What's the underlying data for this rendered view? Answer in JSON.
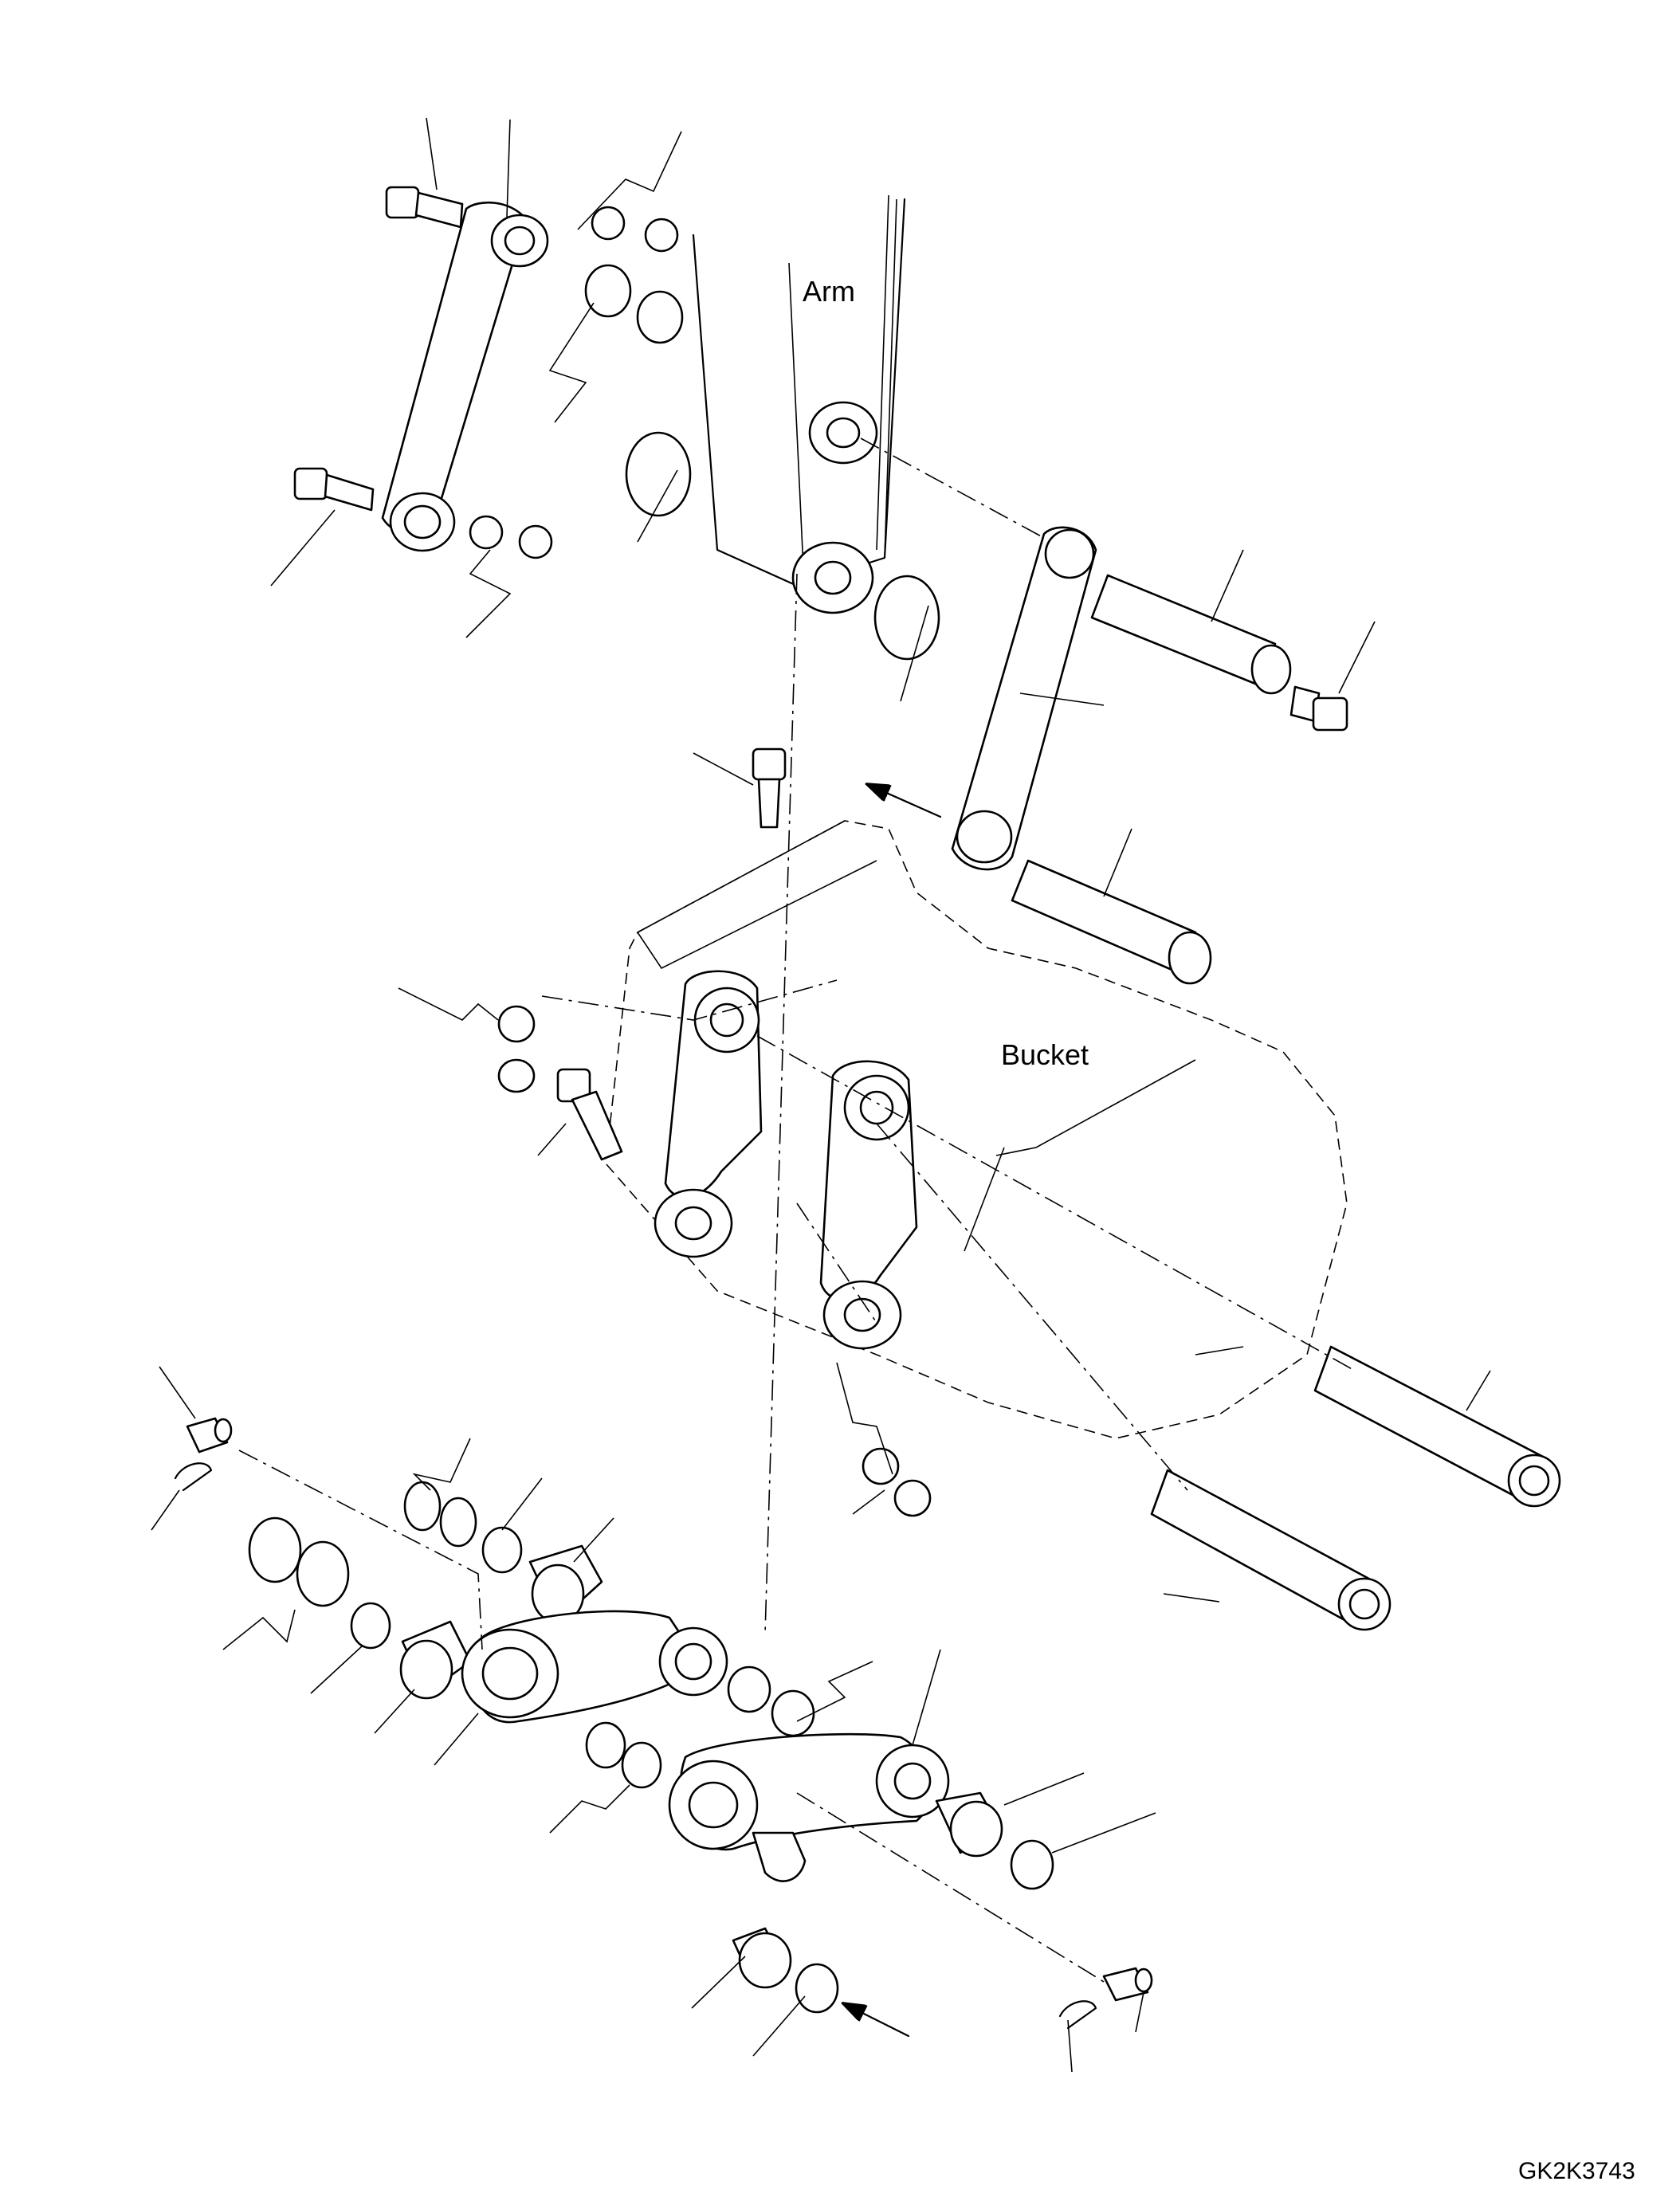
{
  "labels": {
    "arm": "Arm",
    "bucket": "Bucket",
    "drawing_code": "GK2K3743"
  },
  "colors": {
    "ink": "#000000",
    "paper": "#ffffff"
  }
}
